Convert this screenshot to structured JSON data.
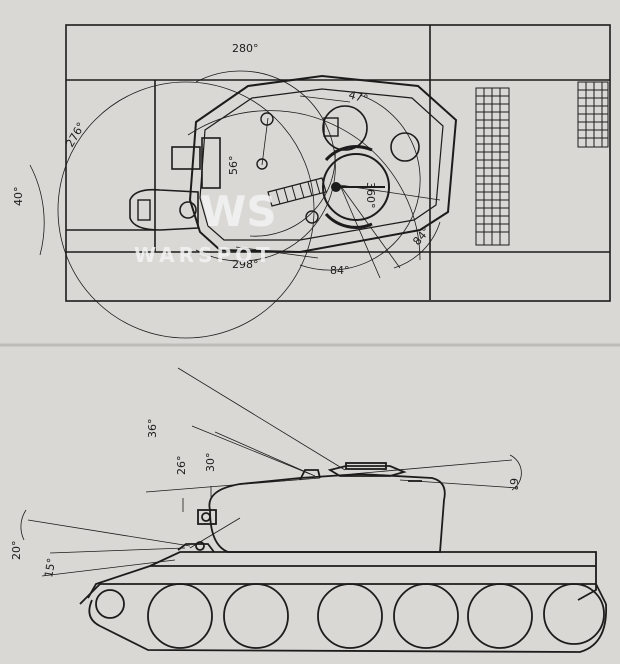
{
  "watermark": {
    "logo": "WS",
    "brand": "WARSPOT"
  },
  "top_view": {
    "angles": {
      "turret_front_traverse": "280°",
      "hull_mg_traverse": "276°",
      "bow_mg_elevation_arc": "40°",
      "small_turret_arc": "47°",
      "small_turret_elev": "56°",
      "main_turret_traverse": "360°",
      "rear_arc": "298°",
      "right_low_arc": "84°",
      "right_rear_arc": "84°"
    }
  },
  "side_view": {
    "angles": {
      "upper_mg_high": "36°",
      "upper_mg_mid": "26°",
      "turret_gun": "30°",
      "rear_depression": "6°",
      "hull_high": "20°",
      "hull_low": "15°"
    }
  },
  "colors": {
    "paper": "#d9d8d4",
    "ink": "#1c1c1c",
    "watermark": "#f4f4f4"
  }
}
